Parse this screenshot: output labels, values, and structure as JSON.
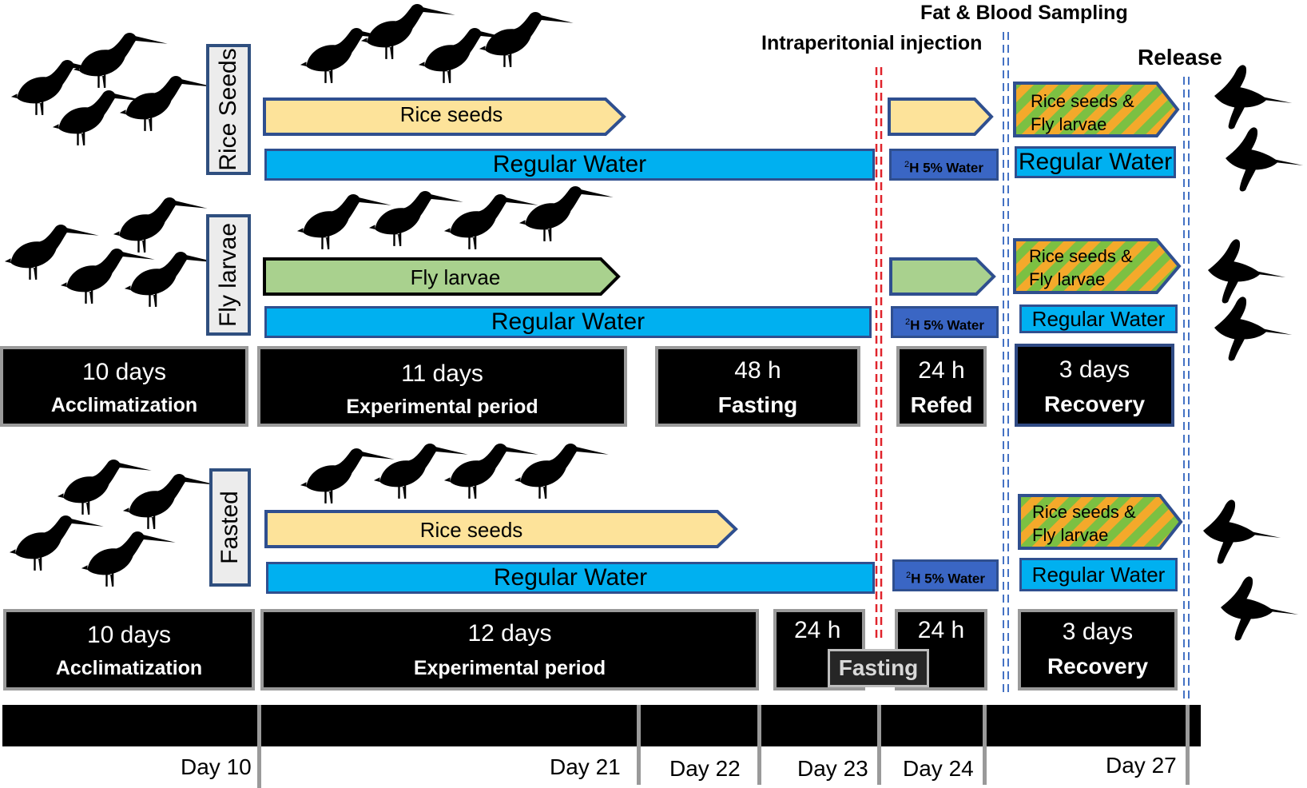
{
  "annotations": {
    "fat_blood": "Fat & Blood Sampling",
    "injection": "Intraperitonial injection",
    "release": "Release"
  },
  "groups": {
    "rice": {
      "label": "Rice Seeds",
      "diet": "Rice seeds",
      "water": "Regular Water",
      "h2_prefix": "2",
      "h2_text": "H 5% Water",
      "recovery_diet_line1": "Rice seeds &",
      "recovery_diet_line2": "Fly larvae",
      "recovery_water": "Regular Water"
    },
    "fly": {
      "label": "Fly larvae",
      "diet": "Fly larvae",
      "water": "Regular Water",
      "h2_prefix": "2",
      "h2_text": "H 5% Water",
      "recovery_diet_line1": "Rice seeds &",
      "recovery_diet_line2": "Fly larvae",
      "recovery_water": "Regular Water"
    },
    "fasted": {
      "label": "Fasted",
      "diet": "Rice seeds",
      "water": "Regular Water",
      "h2_prefix": "2",
      "h2_text": "H 5% Water",
      "recovery_diet_line1": "Rice seeds &",
      "recovery_diet_line2": "Fly larvae",
      "recovery_water": "Regular Water"
    }
  },
  "phases_top": {
    "accl_top": "10 days",
    "accl_bot": "Acclimatization",
    "exp_top": "11 days",
    "exp_bot": "Experimental period",
    "fast_top": "48 h",
    "fast_bot": "Fasting",
    "refed_top": "24 h",
    "refed_bot": "Refed",
    "rec_top": "3 days",
    "rec_bot": "Recovery"
  },
  "phases_bottom": {
    "accl_top": "10 days",
    "accl_bot": "Acclimatization",
    "exp_top": "12 days",
    "exp_bot": "Experimental period",
    "h24a": "24 h",
    "h24b": "24 h",
    "fasting": "Fasting",
    "rec_top": "3 days",
    "rec_bot": "Recovery"
  },
  "timeline": {
    "days": [
      "Day 10",
      "Day 21",
      "Day 22",
      "Day 23",
      "Day 24",
      "Day 27"
    ]
  },
  "colors": {
    "rice": "#fde39a",
    "fly": "#a9d18e",
    "water": "#00b0f0",
    "h2_water": "#3a66c4",
    "border": "#2f4f8f",
    "stripe_green": "#7cc042",
    "stripe_orange": "#f4a92b",
    "injection_line": "#e0242c",
    "sampling_line": "#4472c4"
  },
  "icons": [
    "bird-standing-icon",
    "bird-flying-icon"
  ]
}
